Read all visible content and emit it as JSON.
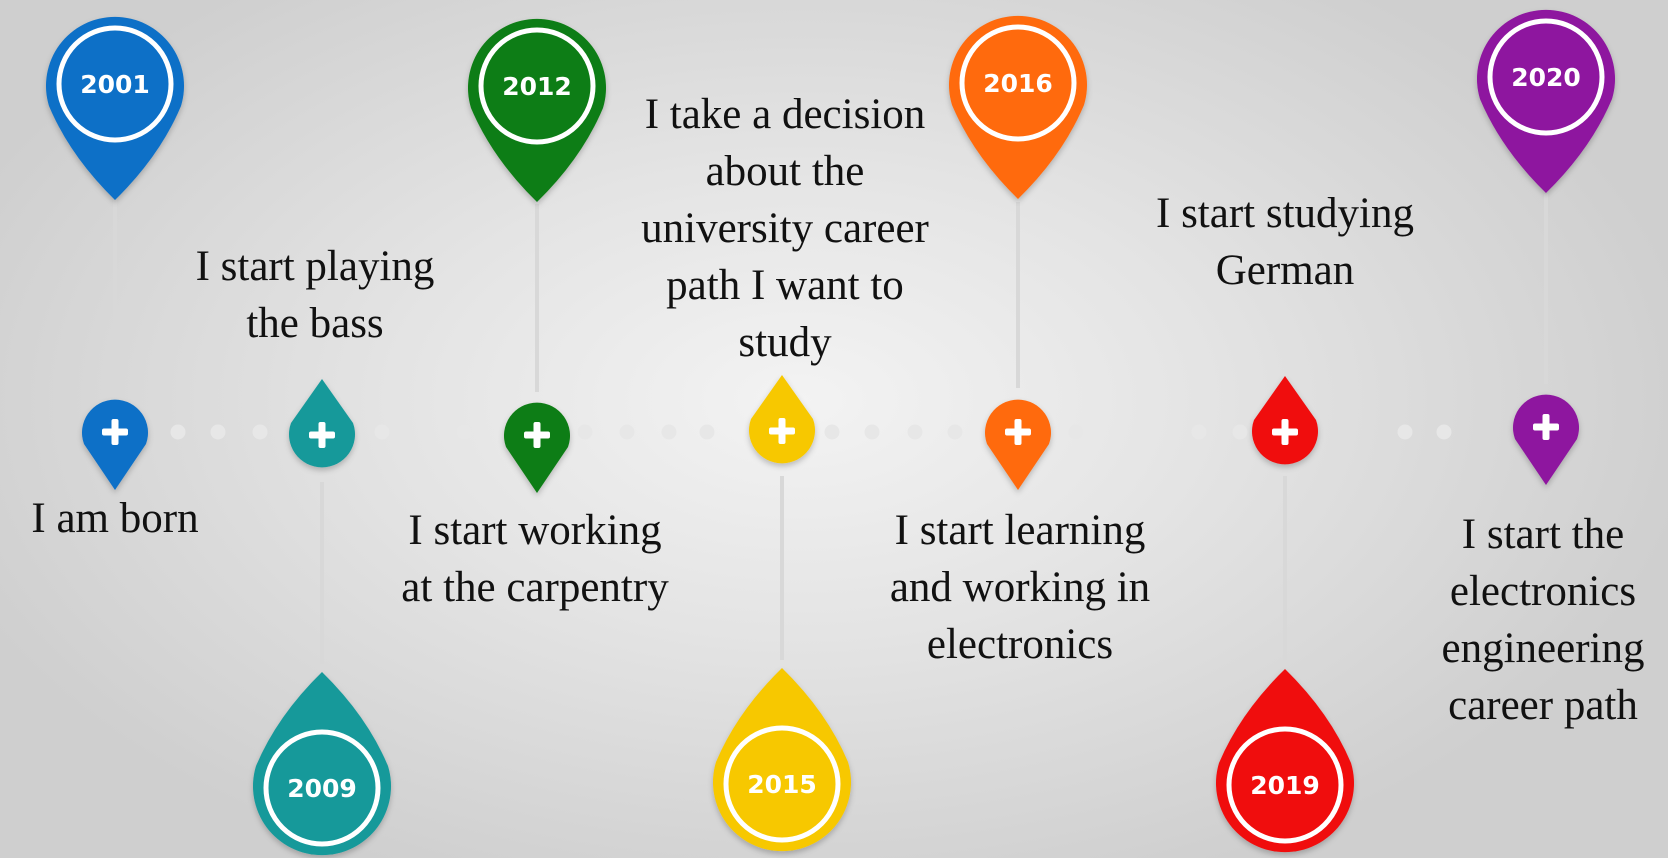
{
  "events": [
    {
      "year": "2001",
      "caption": "I am born",
      "color": "#0a6fc7",
      "marker_icon": "plus-icon"
    },
    {
      "year": "2009",
      "caption": "I start playing\nthe bass",
      "color": "#14999a",
      "marker_icon": "plus-icon"
    },
    {
      "year": "2012",
      "caption": "I start working\nat the carpentry",
      "color": "#0c7d12",
      "marker_icon": "plus-icon"
    },
    {
      "year": "2015",
      "caption": "I take a decision\nabout the\nuniversity career\npath I want to\nstudy",
      "color": "#f7c800",
      "marker_icon": "plus-icon"
    },
    {
      "year": "2016",
      "caption": "I start learning\nand working in\nelectronics",
      "color": "#ff6a0b",
      "marker_icon": "plus-icon"
    },
    {
      "year": "2019",
      "caption": "I start studying\nGerman",
      "color": "#f00e0e",
      "marker_icon": "plus-icon"
    },
    {
      "year": "2020",
      "caption": "I start the\nelectronics\nengineering\ncareer path",
      "color": "#8e139f",
      "marker_icon": "plus-icon"
    }
  ],
  "colors": {
    "connector": "#d8d8d8",
    "dots": "#e7e7e7",
    "text": "#111111"
  }
}
